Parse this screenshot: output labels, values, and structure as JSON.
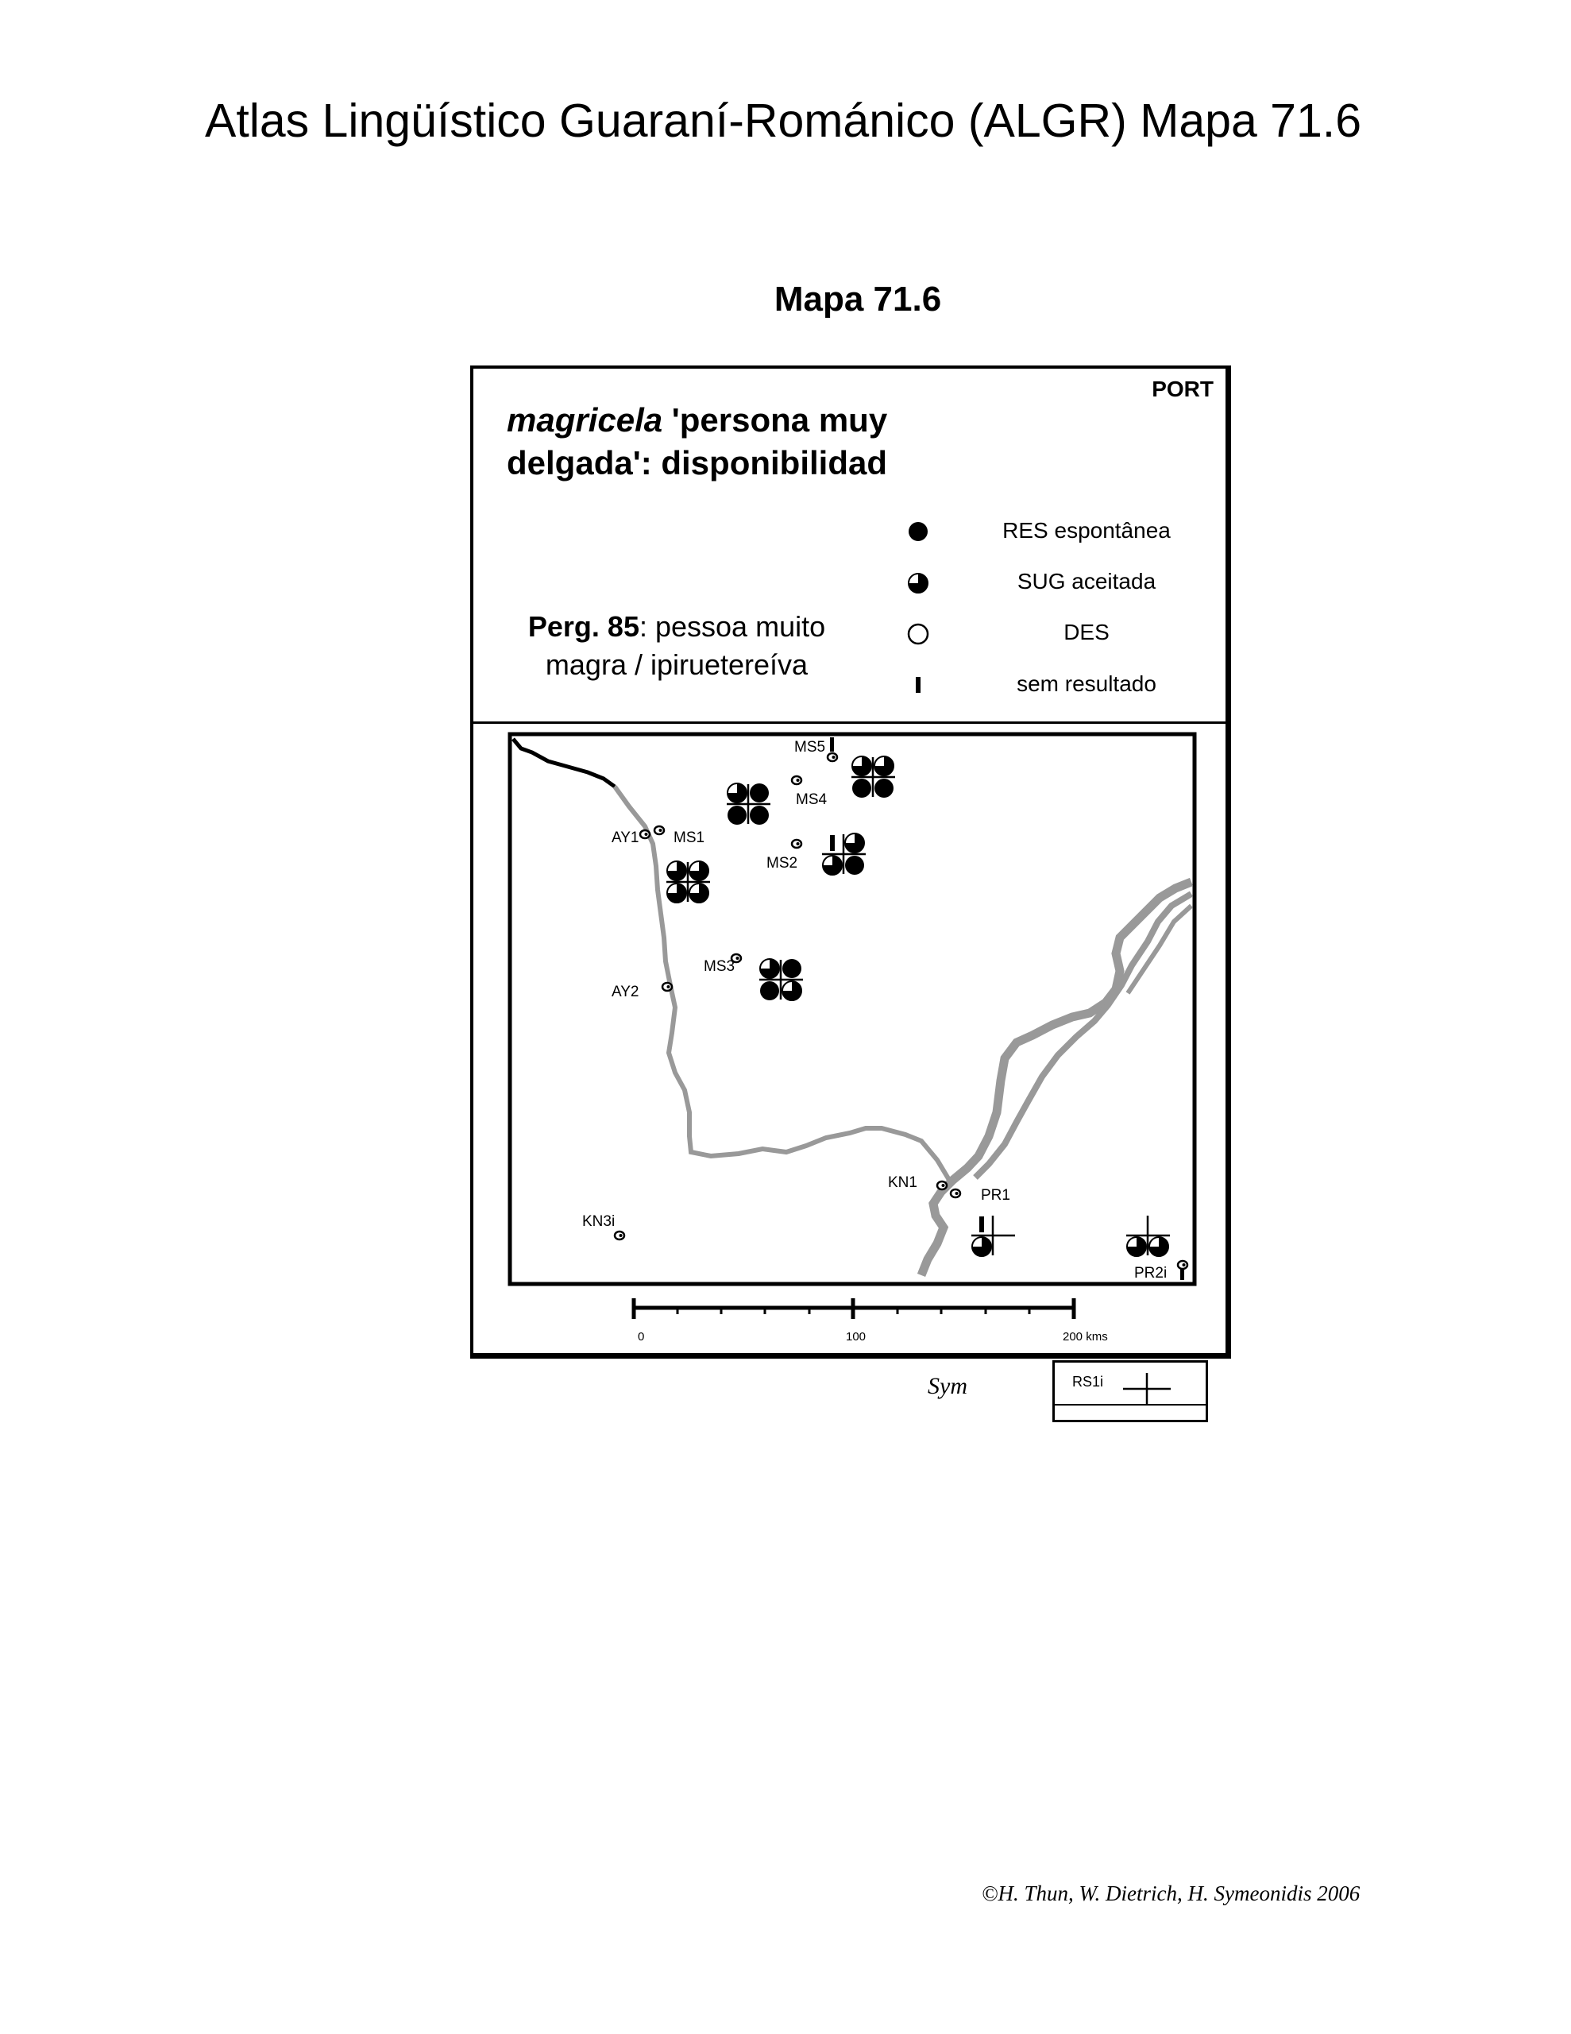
{
  "page_title": "Atlas Lingüístico Guaraní-Románico (ALGR)  Mapa 71.6",
  "map_heading": "Mapa 71.6",
  "region_code": "PORT",
  "theme": {
    "word": "magricela",
    "line1_rest": " 'persona muy",
    "line2": "delgada': disponibilidad"
  },
  "question": {
    "number": "Perg. 85",
    "line1_rest": ": pessoa muito",
    "line2": "magra / ipiruetereíva"
  },
  "legend": [
    {
      "symbol": "full-circle",
      "label": "RES espontânea"
    },
    {
      "symbol": "three-quarter-circle",
      "label": "SUG aceitada"
    },
    {
      "symbol": "empty-circle",
      "label": "DES"
    },
    {
      "symbol": "bar",
      "label": "sem resultado"
    }
  ],
  "points": [
    {
      "code": "MS5"
    },
    {
      "code": "MS4"
    },
    {
      "code": "AY1"
    },
    {
      "code": "MS1"
    },
    {
      "code": "MS2"
    },
    {
      "code": "MS3"
    },
    {
      "code": "AY2"
    },
    {
      "code": "KN1"
    },
    {
      "code": "PR1"
    },
    {
      "code": "KN3i"
    },
    {
      "code": "PR2i"
    }
  ],
  "scale": {
    "labels": [
      "0",
      "100",
      "200 kms"
    ]
  },
  "sym_label": "Sym",
  "extra_point": {
    "code": "RS1i"
  },
  "copyright": "©H. Thun, W. Dietrich, H. Symeonidis 2006"
}
